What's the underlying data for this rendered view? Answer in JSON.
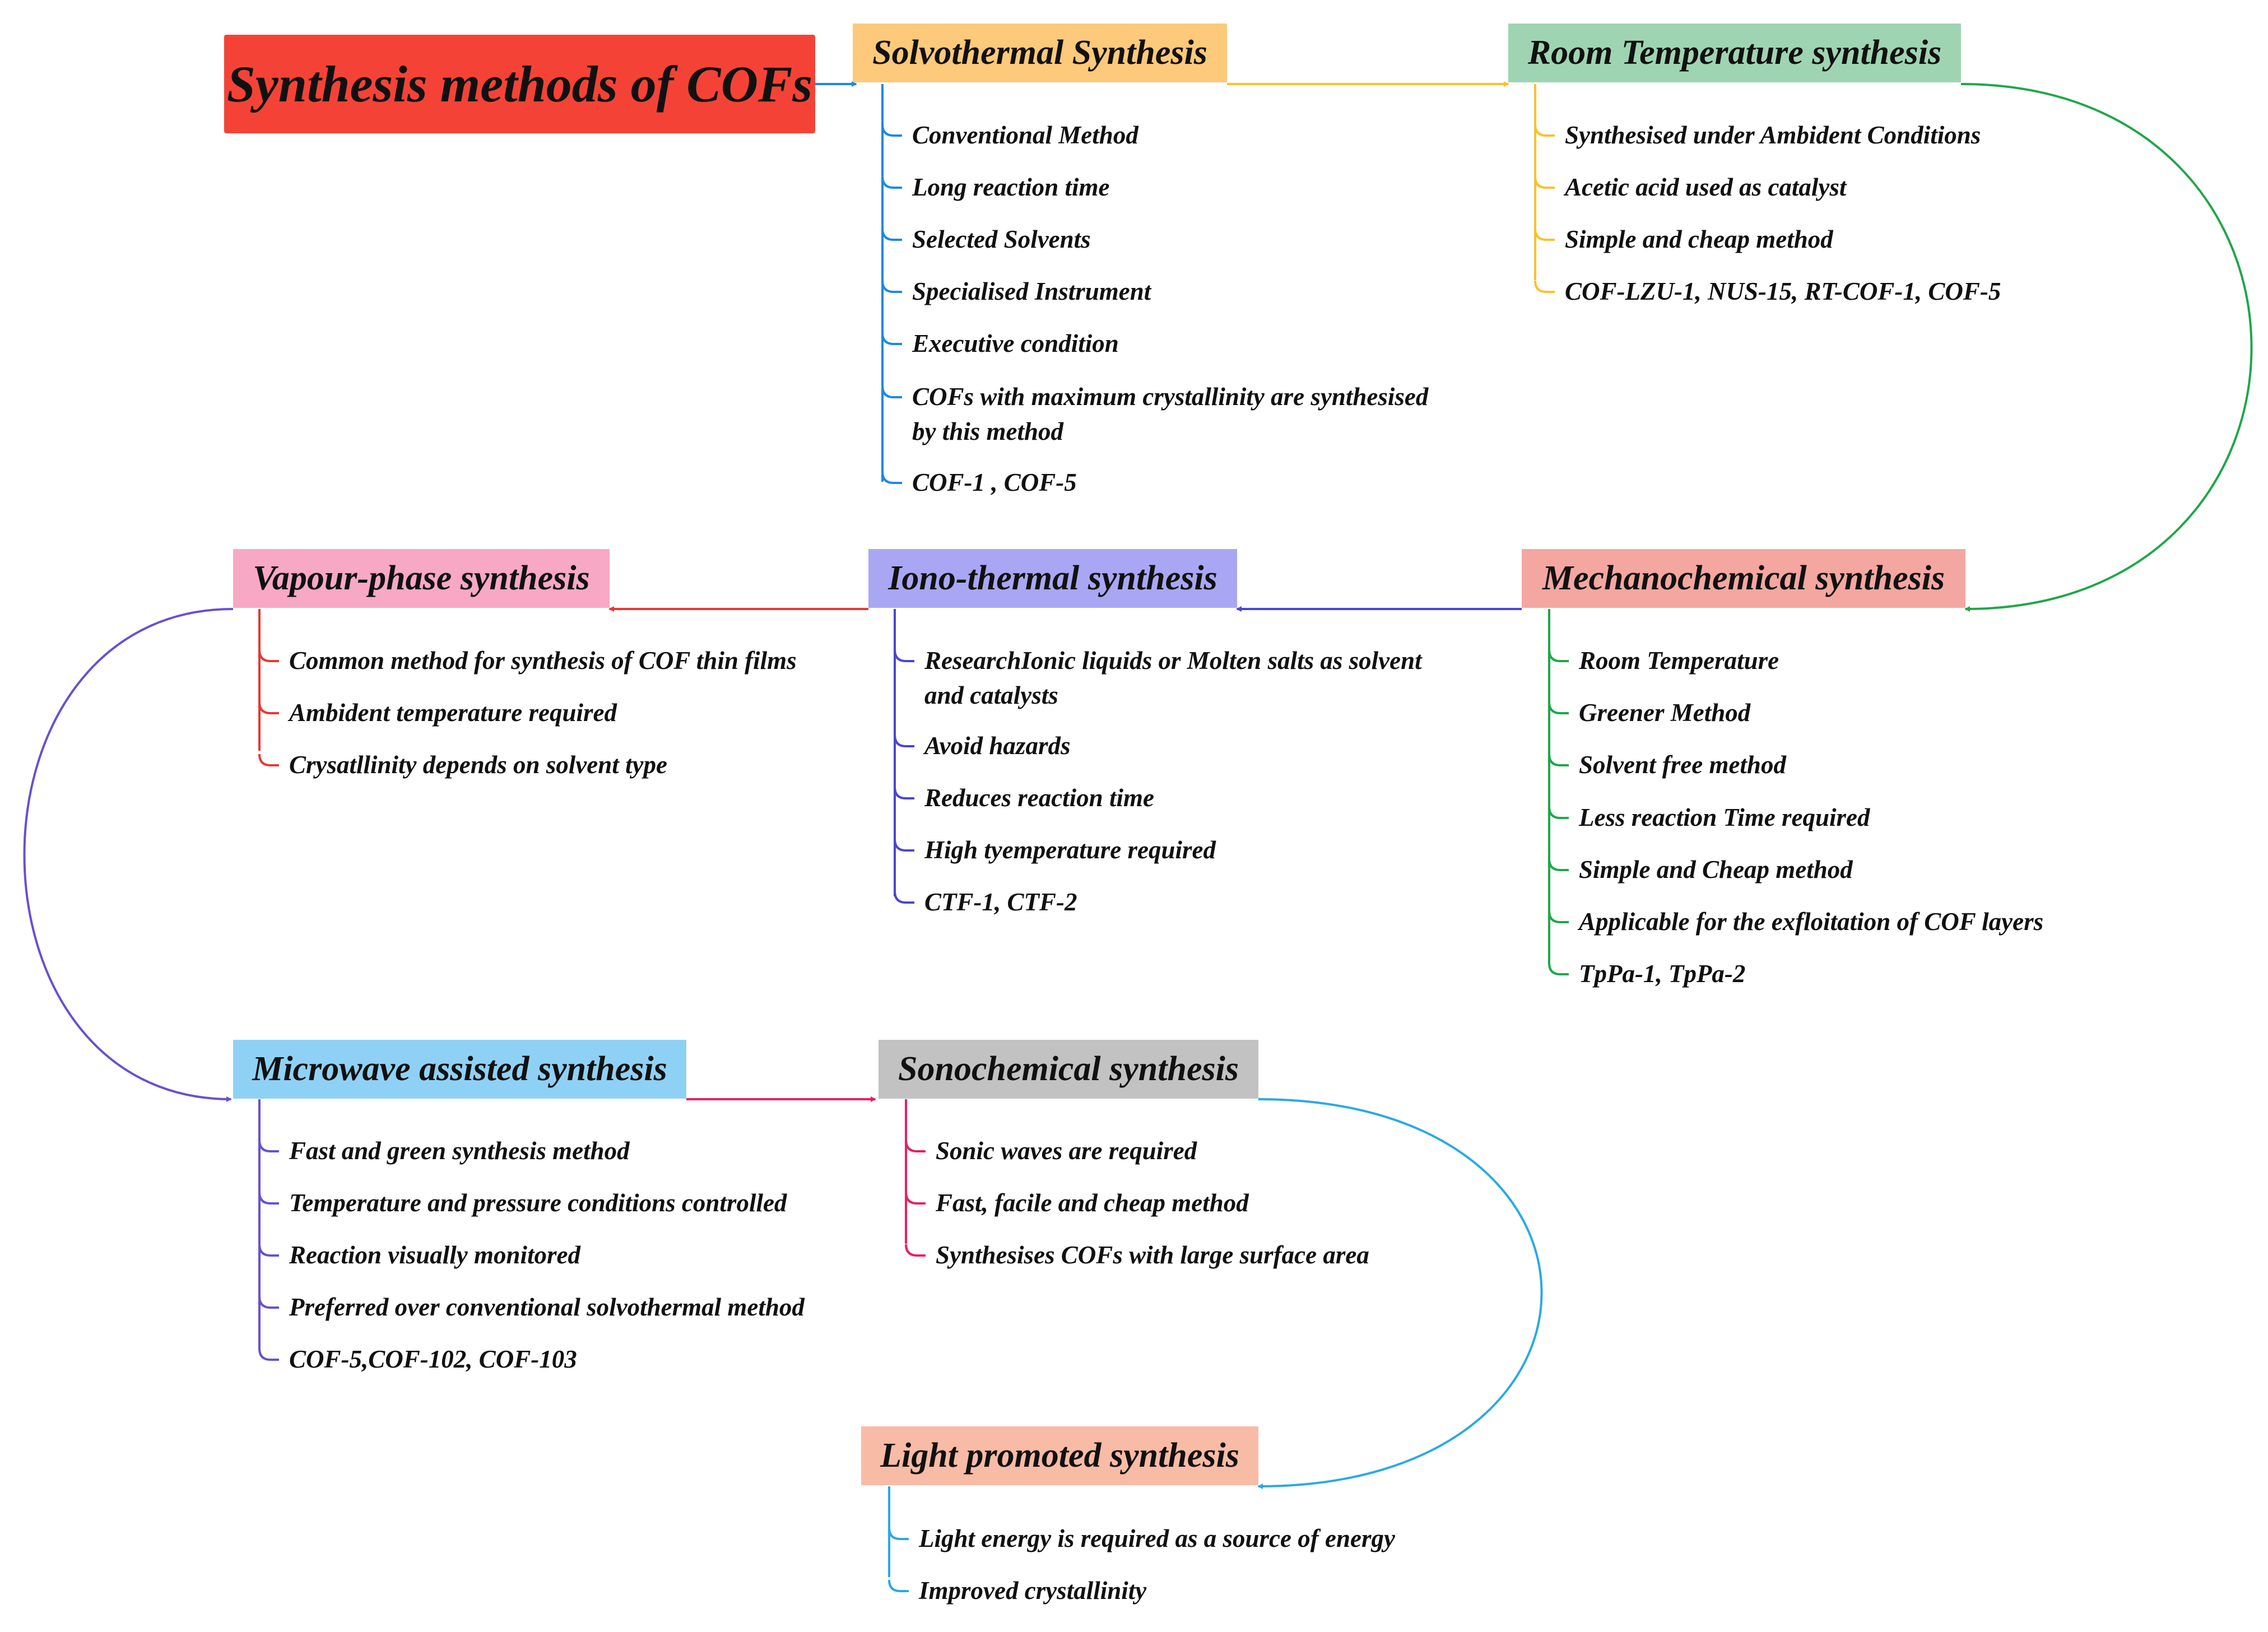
{
  "title": "Synthesis methods of COFs",
  "colors": {
    "root": "#f44336",
    "solvothermal_bg": "#fdc97a",
    "solvothermal_line": "#1e88e5",
    "room_temperature_bg": "#9fd4b2",
    "room_temperature_line": "#fbc02d",
    "mechanochemical_bg": "#f4a7a0",
    "mechanochemical_line": "#1fa64a",
    "ionothermal_bg": "#a9a7f4",
    "ionothermal_line": "#4a45d6",
    "vapour_bg": "#f7a8c4",
    "vapour_line": "#e53935",
    "microwave_bg": "#8fd1f5",
    "microwave_line": "#6a4fcf",
    "sonochemical_bg": "#c2c2c2",
    "sonochemical_line": "#e91e63",
    "light_bg": "#f8bba6",
    "light_line": "#29a9e6"
  },
  "methods": [
    {
      "name": "Solvothermal Synthesis",
      "items": [
        "Conventional Method",
        "Long reaction time",
        "Selected Solvents",
        "Specialised Instrument",
        "Executive condition",
        "COFs with maximum crystallinity are synthesised",
        "COF-1 , COF-5"
      ],
      "item_continuation": "by this method"
    },
    {
      "name": "Room Temperature synthesis",
      "items": [
        "Synthesised under Ambident Conditions",
        "Acetic acid used as catalyst",
        "Simple and cheap method",
        "COF-LZU-1, NUS-15, RT-COF-1, COF-5"
      ]
    },
    {
      "name": "Mechanochemical synthesis",
      "items": [
        "Room Temperature",
        "Greener Method",
        "Solvent free method",
        "Less reaction Time required",
        "Simple and Cheap method",
        "Applicable for the exfloitation of COF layers",
        "TpPa-1, TpPa-2"
      ]
    },
    {
      "name": "Iono-thermal synthesis",
      "items": [
        "ResearchIonic liquids or Molten salts as solvent",
        "Avoid hazards",
        "Reduces reaction time",
        "High tyemperature required",
        "CTF-1, CTF-2"
      ],
      "item_continuation": "and catalysts"
    },
    {
      "name": "Vapour-phase synthesis",
      "items": [
        "Common method for synthesis of COF thin films",
        "Ambident temperature required",
        "Crysatllinity depends on solvent type"
      ]
    },
    {
      "name": "Microwave assisted synthesis",
      "items": [
        "Fast and green synthesis method",
        "Temperature and pressure conditions controlled",
        "Reaction visually monitored",
        "Preferred over conventional solvothermal method",
        "COF-5,COF-102, COF-103"
      ]
    },
    {
      "name": "Sonochemical synthesis",
      "items": [
        "Sonic waves are required",
        "Fast, facile and cheap method",
        "Synthesises COFs with large surface area"
      ]
    },
    {
      "name": "Light promoted synthesis",
      "items": [
        "Light energy is required as a source of energy",
        "Improved crystallinity"
      ]
    }
  ]
}
